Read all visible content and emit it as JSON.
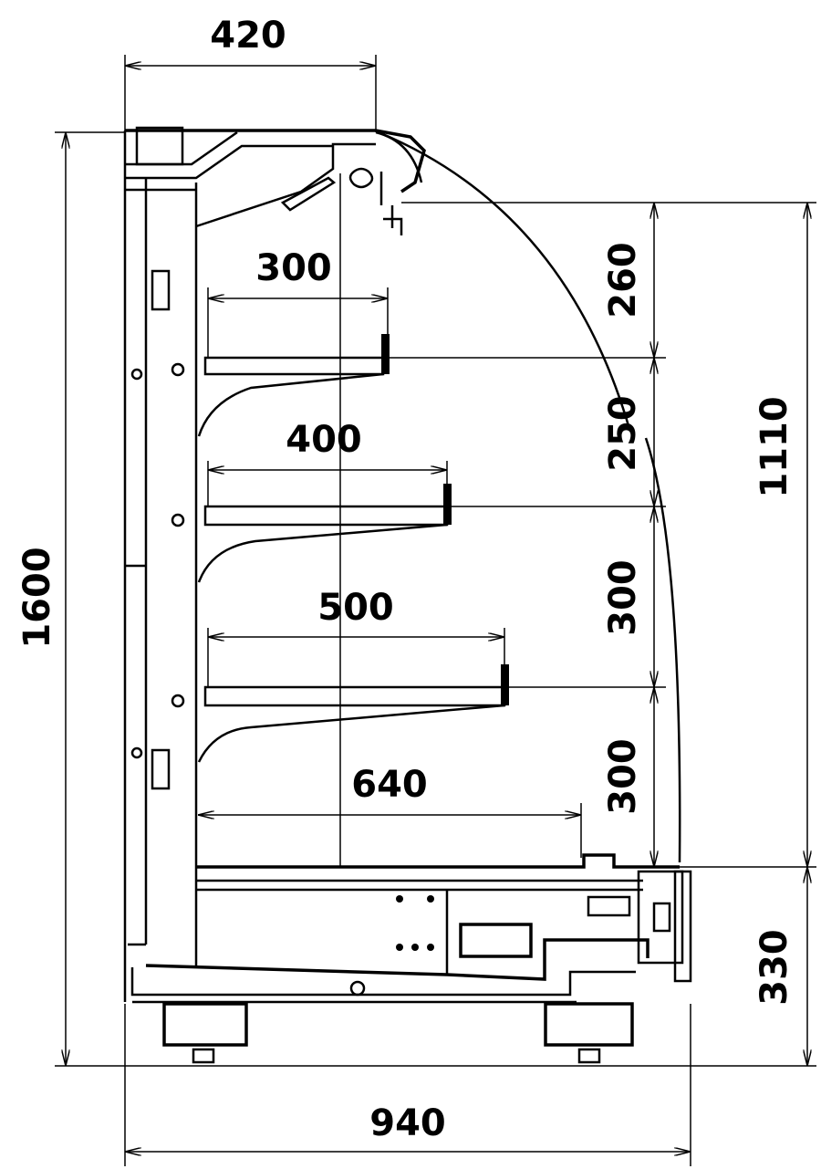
{
  "drawing": {
    "type": "side elevation of open refrigerated display case",
    "dimensions": {
      "top_depth": "420",
      "total_height": "1600",
      "total_depth": "940",
      "shelf_1_depth": "300",
      "shelf_2_depth": "400",
      "shelf_3_depth": "500",
      "base_deck_depth": "640",
      "gap_top_to_shelf_1": "260",
      "gap_shelf_1_to_shelf_2": "250",
      "gap_shelf_2_to_shelf_3": "300",
      "gap_shelf_3_to_deck": "300",
      "display_height": "1110",
      "base_height": "330"
    },
    "colors": {
      "line": "#000000",
      "background": "#ffffff"
    }
  }
}
